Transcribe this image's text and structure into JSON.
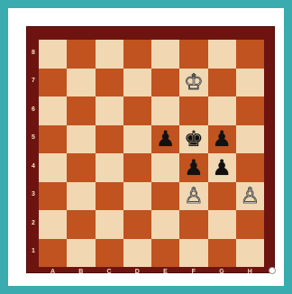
{
  "colors": {
    "outer_border": "#3aacb0",
    "board_frame": "#6e1410",
    "light_square": "#f1d8b2",
    "dark_square": "#c0531f"
  },
  "ranks": [
    "8",
    "7",
    "6",
    "5",
    "4",
    "3",
    "2",
    "1"
  ],
  "files": [
    "A",
    "B",
    "C",
    "D",
    "E",
    "F",
    "G",
    "H"
  ],
  "side_to_move": "white",
  "pieces": [
    {
      "square": "f7",
      "type": "king",
      "color": "white",
      "glyph": "♔"
    },
    {
      "square": "e5",
      "type": "pawn",
      "color": "black",
      "glyph": "♟"
    },
    {
      "square": "f5",
      "type": "king",
      "color": "black",
      "glyph": "♚"
    },
    {
      "square": "g5",
      "type": "pawn",
      "color": "black",
      "glyph": "♟"
    },
    {
      "square": "f4",
      "type": "pawn",
      "color": "black",
      "glyph": "♟"
    },
    {
      "square": "g4",
      "type": "pawn",
      "color": "black",
      "glyph": "♟"
    },
    {
      "square": "f3",
      "type": "pawn",
      "color": "white",
      "glyph": "♙"
    },
    {
      "square": "h3",
      "type": "pawn",
      "color": "white",
      "glyph": "♙"
    }
  ]
}
